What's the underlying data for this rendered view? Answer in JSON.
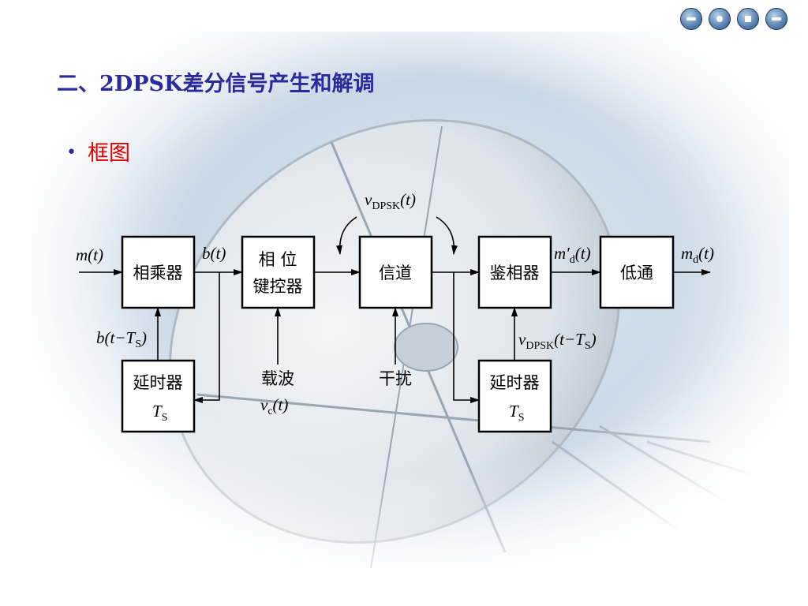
{
  "nav": {
    "buttons": [
      {
        "name": "prev-icon"
      },
      {
        "name": "home-icon"
      },
      {
        "name": "stop-icon"
      },
      {
        "name": "next-icon"
      }
    ]
  },
  "title": "二、2DPSK差分信号产生和解调",
  "bullet": {
    "symbol": "•",
    "text": "框图"
  },
  "diagram": {
    "blocks": {
      "multiplier": "相乘器",
      "psk_line1": "相  位",
      "psk_line2": "键控器",
      "channel": "信道",
      "phase_detector": "鉴相器",
      "lowpass": "低通",
      "delay1_line1": "延时器",
      "delay1_line2": "T",
      "delay1_sub": "S",
      "delay2_line1": "延时器",
      "delay2_line2": "T",
      "delay2_sub": "S"
    },
    "signals": {
      "m_t": "m(t)",
      "b_t": "b(t)",
      "b_delay_pre": "b(t−T",
      "b_delay_sub": "S",
      "b_delay_post": ")",
      "v_dpsk": "v",
      "v_dpsk_sub": "DPSK",
      "v_dpsk_arg": "(t)",
      "m_prime_d_pre": "m′",
      "m_prime_d_sub": "d",
      "m_prime_d_arg": "(t)",
      "m_d_pre": "m",
      "m_d_sub": "d",
      "m_d_arg": "(t)",
      "v_dpsk_delay": "v",
      "v_dpsk_delay_sub": "DPSK",
      "v_dpsk_delay_arg_pre": "(t−T",
      "v_dpsk_delay_arg_sub": "S",
      "v_dpsk_delay_arg_post": ")",
      "carrier_label": "载波",
      "carrier_v": "v",
      "carrier_sub": "c",
      "carrier_arg": "(t)",
      "interference": "干扰"
    }
  },
  "colors": {
    "title": "#2a2a9c",
    "bullet_text": "#e00000",
    "nav": "#4a6fa0"
  }
}
